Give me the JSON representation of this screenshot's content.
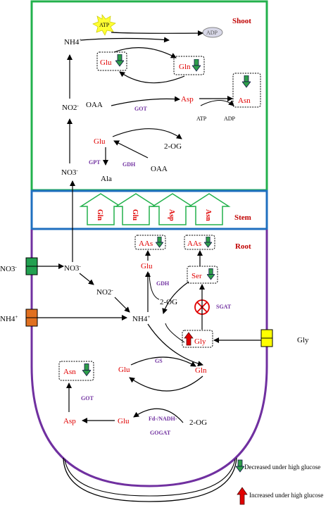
{
  "sections": {
    "shoot": "Shoot",
    "stem": "Stem",
    "root": "Root"
  },
  "shoot": {
    "atp": "ATP",
    "adp": "ADP",
    "nh4": "NH4",
    "nh4_sup": "+",
    "glu_top": "Glu",
    "gln_top": "Gln",
    "oaa": "OAA",
    "got": "GOT",
    "asp": "Asp",
    "asn": "Asn",
    "atp2": "ATP",
    "adp2": "ADP",
    "no2": "NO2",
    "no2_sup": "-",
    "glu_mid": "Glu",
    "og": "2-OG",
    "gpt": "GPT",
    "gdh": "GDH",
    "oaa2": "OAA",
    "no3": "NO3",
    "no3_sup": "-",
    "ala": "Ala"
  },
  "stem": {
    "arrows": [
      "Gln",
      "Glu",
      "Asp",
      "Asn"
    ]
  },
  "root": {
    "no3_ext": "NO3",
    "no3_ext_sup": "-",
    "no3": "NO3",
    "no3_sup": "-",
    "no2": "NO2",
    "no2_sup": "-",
    "nh4_ext": "NH4",
    "nh4_ext_sup": "+",
    "nh4": "NH4",
    "nh4_sup": "+",
    "aas1": "AAs",
    "aas2": "AAs",
    "glu_a": "Glu",
    "gdh": "GDH",
    "og1": "2-OG",
    "ser": "Ser",
    "sgat": "SGAT",
    "gly": "Gly",
    "gly_ext": "Gly",
    "asn": "Asn",
    "glu_b": "Glu",
    "gs": "GS",
    "gln": "Gln",
    "got": "GOT",
    "asp": "Asp",
    "glu_c": "Glu",
    "gogat1": "Fd-/NADH-",
    "gogat2": "GOGAT",
    "og2": "2-OG"
  },
  "legend": {
    "decreased": "Decreased under high glucose",
    "increased": "Increased under high glucose"
  },
  "colors": {
    "shoot_border": "#22b14c",
    "stem_border": "#1f6fbf",
    "root_border": "#7030a0",
    "down_arrow": "#2e9e4a",
    "up_arrow": "#e00000",
    "label_red": "#e00000",
    "enzyme_purple": "#7030a0",
    "no3_transporter": "#22a050",
    "nh4_transporter": "#e07020",
    "gly_transporter": "#ffff00",
    "atp_burst": "#ffff33"
  }
}
